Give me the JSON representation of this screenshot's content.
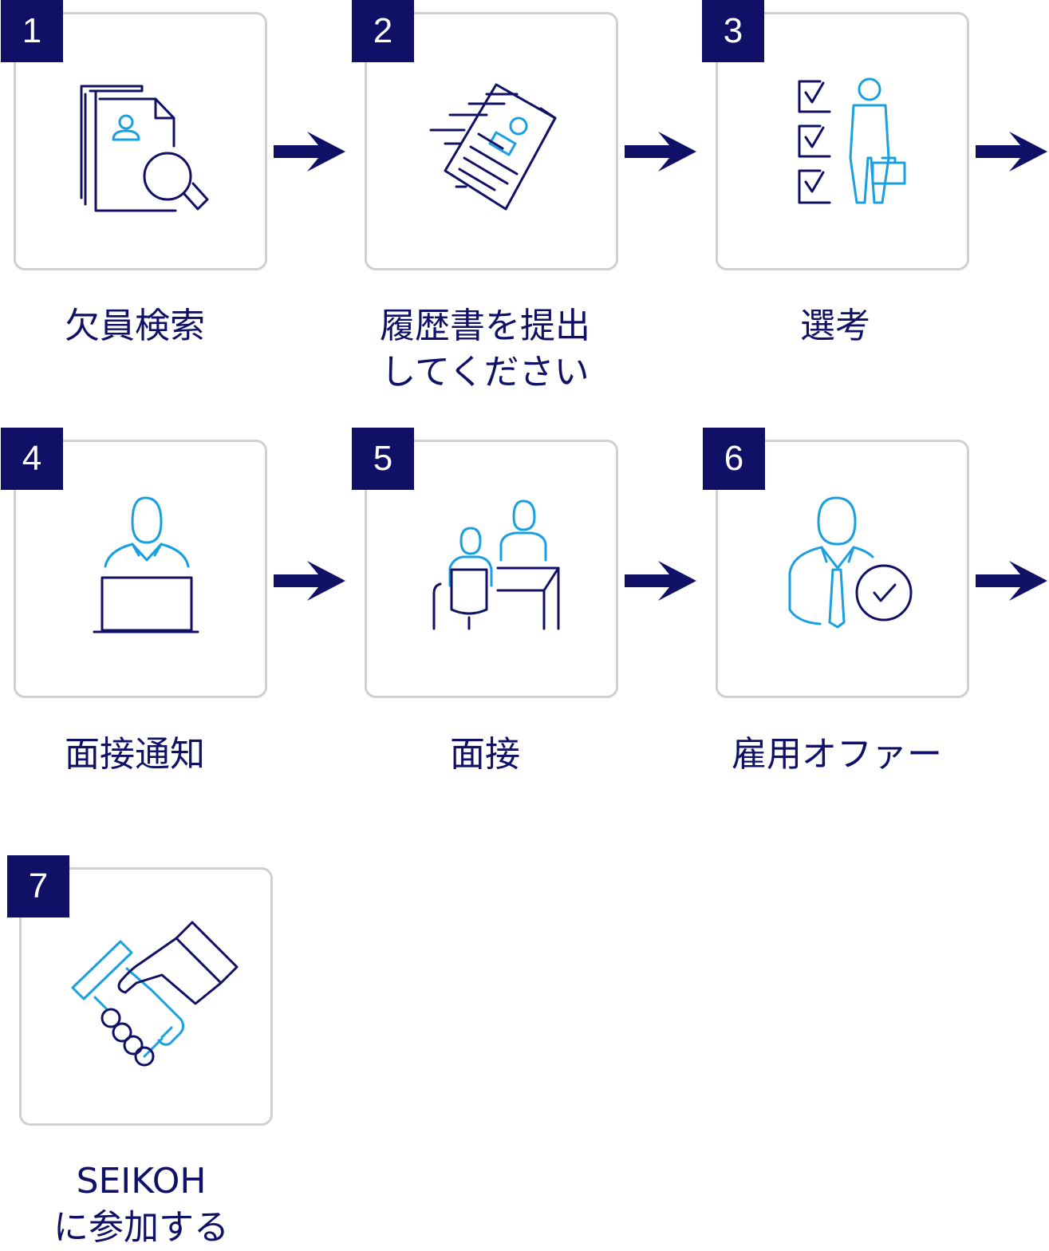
{
  "colors": {
    "badge": "#101067",
    "text": "#101067",
    "accent": "#1aa0e0",
    "card_border": "#d0d0d0"
  },
  "steps": [
    {
      "number": "1",
      "label_lines": [
        "欠員検索"
      ],
      "icon": "document-search-icon"
    },
    {
      "number": "2",
      "label_lines": [
        "履歴書を提出",
        "してください"
      ],
      "icon": "resume-submit-icon"
    },
    {
      "number": "3",
      "label_lines": [
        "選考"
      ],
      "icon": "checklist-candidate-icon"
    },
    {
      "number": "4",
      "label_lines": [
        "面接通知"
      ],
      "icon": "person-laptop-icon"
    },
    {
      "number": "5",
      "label_lines": [
        "面接"
      ],
      "icon": "interview-desk-icon"
    },
    {
      "number": "6",
      "label_lines": [
        "雇用オファー"
      ],
      "icon": "approved-person-icon"
    },
    {
      "number": "7",
      "label_lines": [
        "SEIKOH",
        "に参加する"
      ],
      "icon": "handshake-icon"
    }
  ]
}
